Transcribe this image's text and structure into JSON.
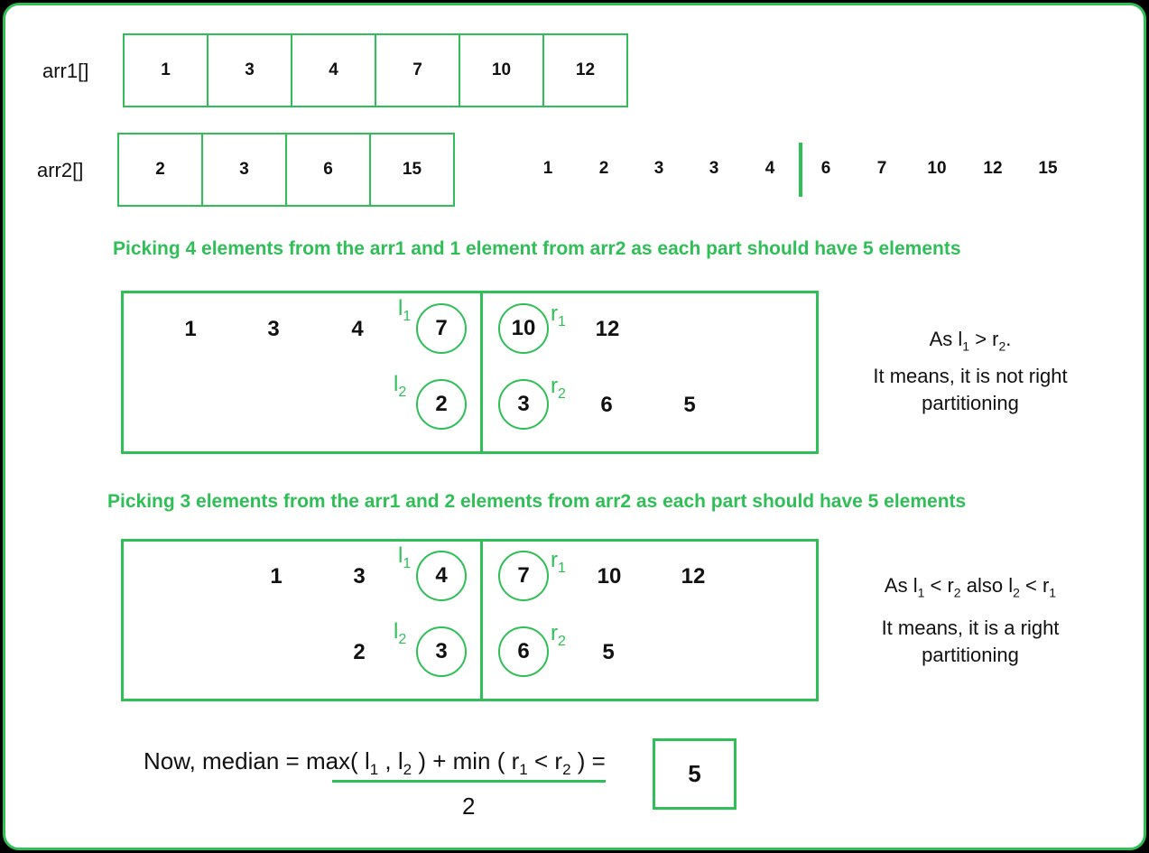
{
  "arrays": {
    "arr1_label": "arr1[]",
    "arr1": [
      "1",
      "3",
      "4",
      "7",
      "10",
      "12"
    ],
    "arr2_label": "arr2[]",
    "arr2": [
      "2",
      "3",
      "6",
      "15"
    ]
  },
  "merged": {
    "left": [
      "1",
      "2",
      "3",
      "3",
      "4"
    ],
    "right": [
      "6",
      "7",
      "10",
      "12",
      "15"
    ]
  },
  "step1": {
    "heading": "Picking 4 elements from the arr1 and 1 element from arr2 as each part should have 5 elements",
    "row1_left": [
      "1",
      "3",
      "4"
    ],
    "l1": "7",
    "r1": "10",
    "row1_right": [
      "12"
    ],
    "l2": "2",
    "r2": "3",
    "row2_right": [
      "6",
      "5"
    ],
    "note_line1_prefix": "As ",
    "note_line2": "It means, it is not right",
    "note_line3": "partitioning"
  },
  "step2": {
    "heading": "Picking 3 elements from the arr1 and 2 elements from arr2 as each part should have 5 elements",
    "row1_left": [
      "1",
      "3"
    ],
    "l1": "4",
    "r1": "7",
    "row1_right": [
      "10",
      "12"
    ],
    "row2_left": [
      "2"
    ],
    "l2": "3",
    "r2": "6",
    "row2_right": [
      "5"
    ],
    "note_line2": "It means, it is a right",
    "note_line3": "partitioning"
  },
  "tags": {
    "l": "l",
    "r": "r",
    "sub1": "1",
    "sub2": "2"
  },
  "formula": {
    "prefix": "Now, median = ",
    "denominator": "2",
    "answer": "5"
  },
  "colors": {
    "accent": "#2fbf56",
    "background": "#ffffff",
    "text": "#111111"
  }
}
